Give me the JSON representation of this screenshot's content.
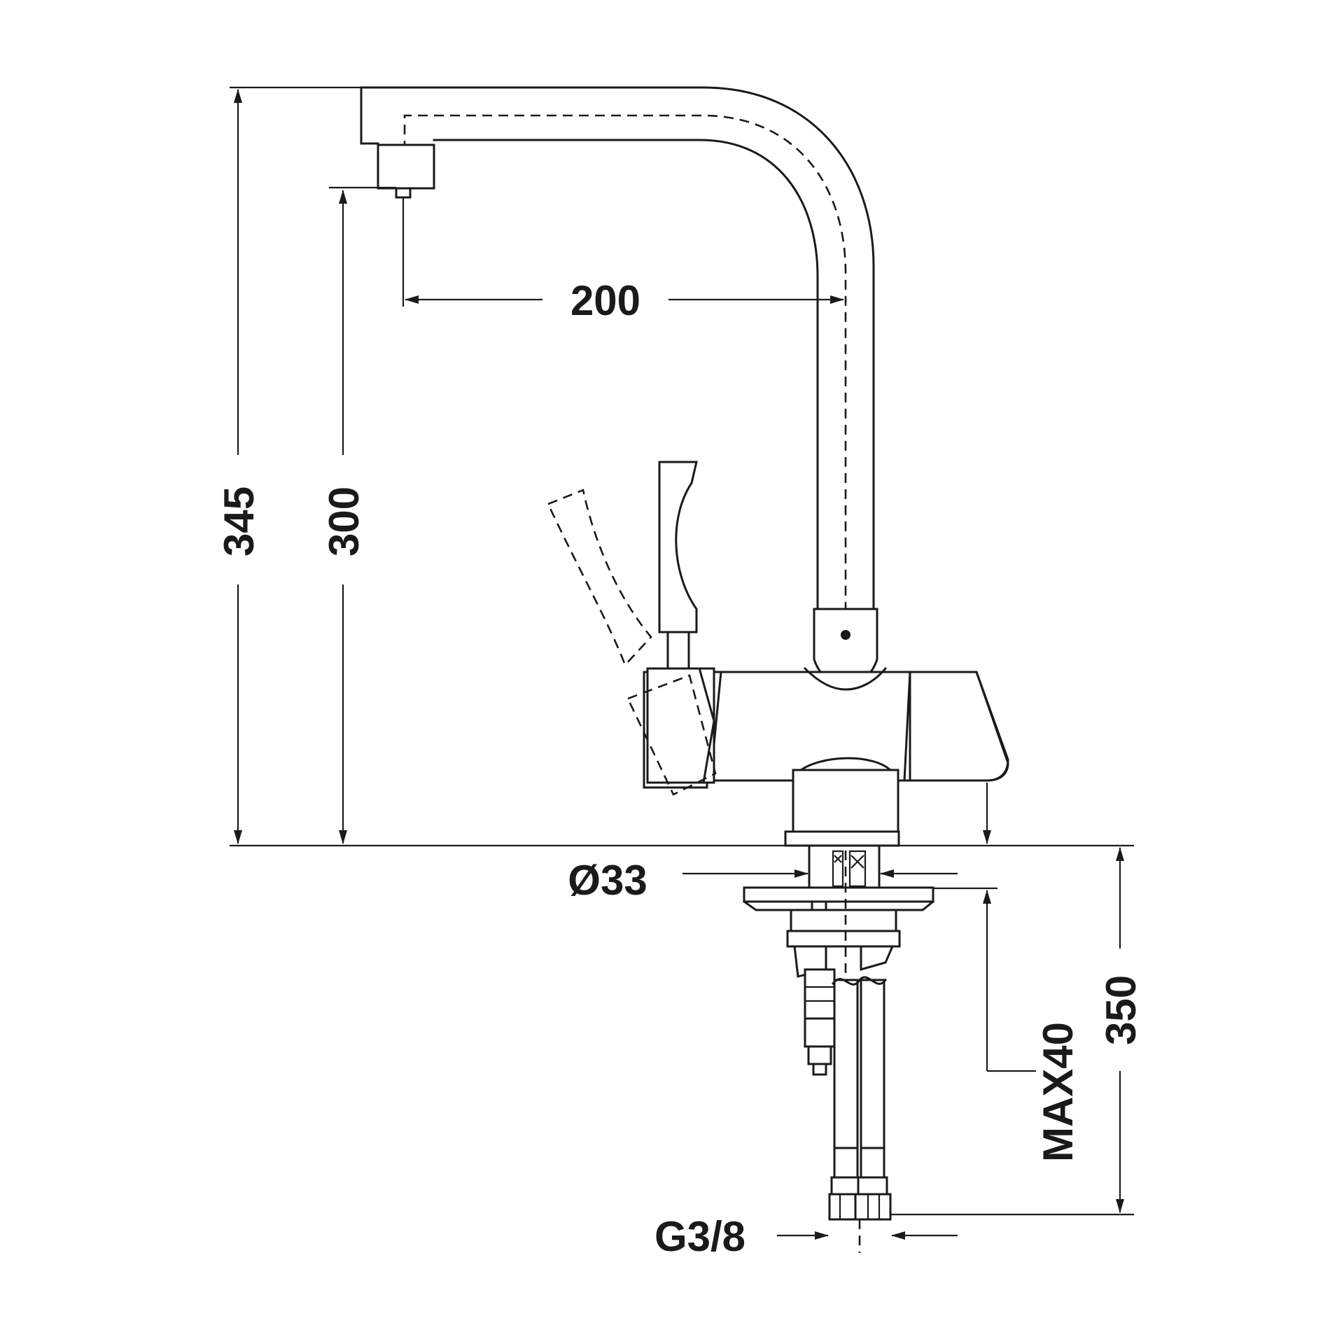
{
  "dimensions": {
    "total_height": "345",
    "spout_height": "300",
    "spout_reach": "200",
    "shank_diameter": "Ø33",
    "counter_thickness": "MAX40",
    "hose_length": "350",
    "connection_thread": "G3/8"
  },
  "colors": {
    "line": "#1a1a1a",
    "background": "#ffffff"
  }
}
